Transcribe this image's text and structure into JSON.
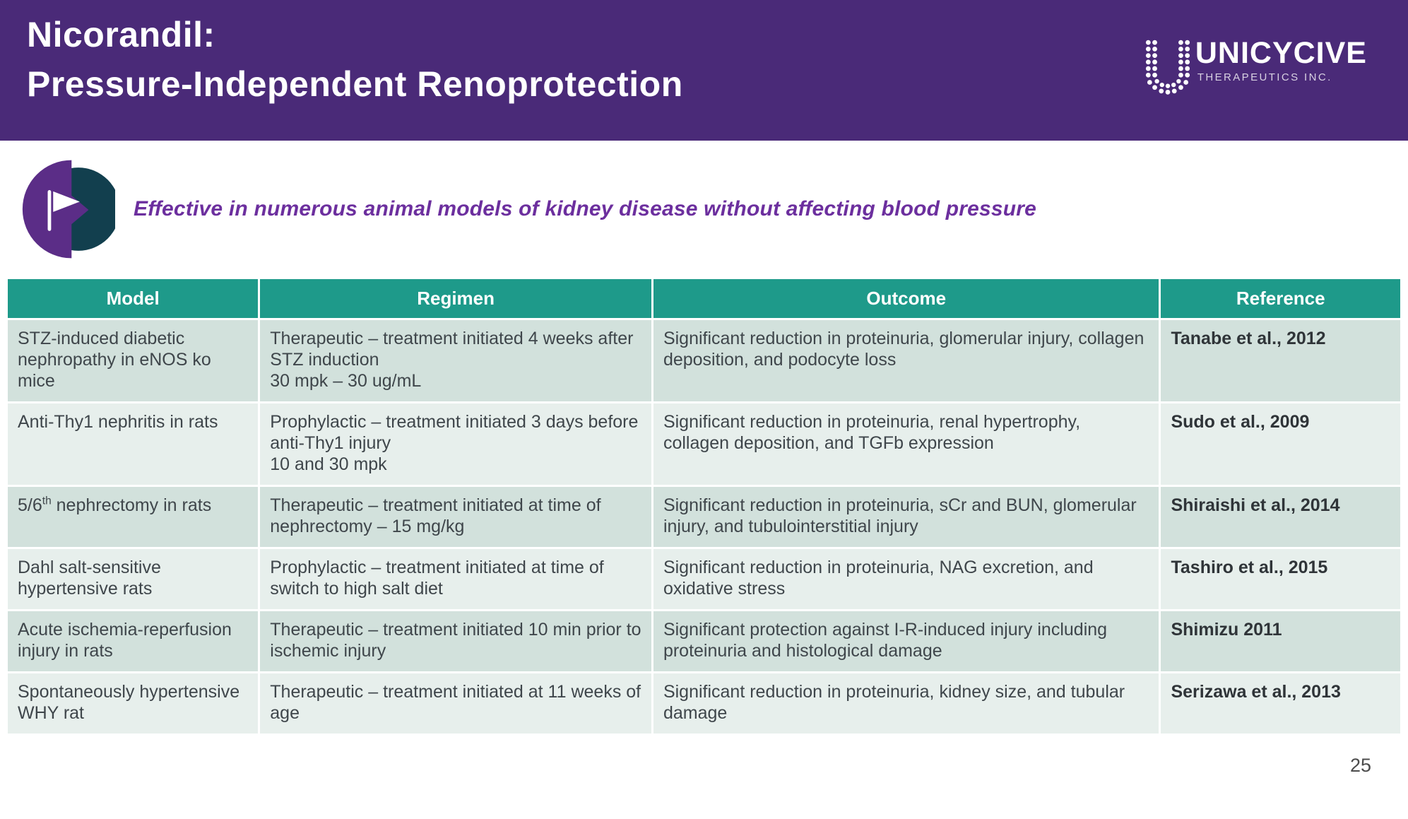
{
  "slide": {
    "title_line1": "Nicorandil:",
    "title_line2": "Pressure-Independent Renoprotection",
    "page_number": "25"
  },
  "logo": {
    "name": "UNICYCIVE",
    "subtitle": "THERAPEUTICS INC."
  },
  "callout": {
    "icon": "flag-icon",
    "text": "Effective in numerous animal models of kidney disease without affecting blood pressure"
  },
  "colors": {
    "banner_purple": "#4a2a78",
    "accent_purple": "#6c2f9e",
    "table_header_teal": "#1e9a8a",
    "icon_circle_teal": "#123f4e",
    "icon_half_purple": "#5b2d87",
    "row_odd_bg": "#d2e1dc",
    "row_even_bg": "#e7efec"
  },
  "table": {
    "columns": [
      "Model",
      "Regimen",
      "Outcome",
      "Reference"
    ],
    "rows": [
      {
        "model": "STZ-induced diabetic nephropathy in eNOS ko mice",
        "regimen_line1": "Therapeutic – treatment initiated 4 weeks after STZ induction",
        "regimen_line2": "30 mpk – 30 ug/mL",
        "outcome": "Significant reduction in proteinuria, glomerular injury, collagen deposition, and podocyte loss",
        "reference": "Tanabe et al., 2012"
      },
      {
        "model": "Anti-Thy1 nephritis in rats",
        "regimen_line1": "Prophylactic – treatment initiated 3 days before anti-Thy1 injury",
        "regimen_line2": "10 and 30 mpk",
        "outcome": "Significant reduction in proteinuria, renal hypertrophy, collagen deposition, and TGFb expression",
        "reference": "Sudo et al., 2009"
      },
      {
        "model_pre": "5/6",
        "model_sup": "th",
        "model_post": " nephrectomy in rats",
        "regimen_line1": "Therapeutic – treatment initiated at time of nephrectomy – 15 mg/kg",
        "outcome": "Significant reduction in proteinuria, sCr and BUN, glomerular injury, and tubulointerstitial injury",
        "reference": "Shiraishi et al., 2014"
      },
      {
        "model": "Dahl salt-sensitive hypertensive rats",
        "regimen_line1": "Prophylactic – treatment initiated at time of switch to high salt diet",
        "outcome": "Significant reduction in proteinuria, NAG excretion, and oxidative stress",
        "reference": "Tashiro et al., 2015"
      },
      {
        "model": "Acute ischemia-reperfusion injury in rats",
        "regimen_line1": "Therapeutic – treatment initiated 10 min prior to ischemic injury",
        "outcome": "Significant protection against I-R-induced injury including proteinuria and histological damage",
        "reference": "Shimizu 2011"
      },
      {
        "model": "Spontaneously hypertensive WHY rat",
        "regimen_line1": "Therapeutic – treatment initiated at 11 weeks of age",
        "outcome": "Significant reduction in proteinuria, kidney size, and tubular damage",
        "reference": "Serizawa et al., 2013"
      }
    ]
  }
}
